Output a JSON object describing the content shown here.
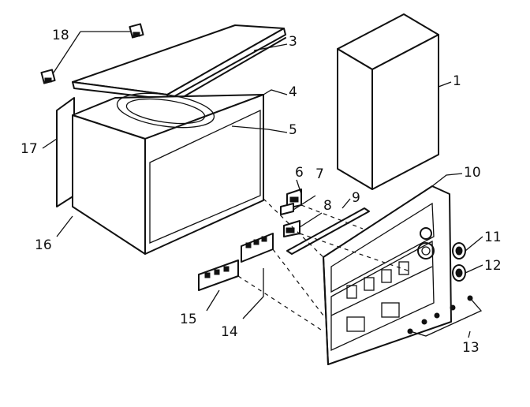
{
  "diagram": {
    "callouts": [
      {
        "id": "c1",
        "text": "1"
      },
      {
        "id": "c3",
        "text": "3"
      },
      {
        "id": "c4",
        "text": "4"
      },
      {
        "id": "c5",
        "text": "5"
      },
      {
        "id": "c6",
        "text": "6"
      },
      {
        "id": "c7",
        "text": "7"
      },
      {
        "id": "c8",
        "text": "8"
      },
      {
        "id": "c9",
        "text": "9"
      },
      {
        "id": "c10",
        "text": "10"
      },
      {
        "id": "c11",
        "text": "11"
      },
      {
        "id": "c12",
        "text": "12"
      },
      {
        "id": "c13",
        "text": "13"
      },
      {
        "id": "c14",
        "text": "14"
      },
      {
        "id": "c15",
        "text": "15"
      },
      {
        "id": "c16",
        "text": "16"
      },
      {
        "id": "c17",
        "text": "17"
      },
      {
        "id": "c18",
        "text": "18"
      }
    ]
  }
}
